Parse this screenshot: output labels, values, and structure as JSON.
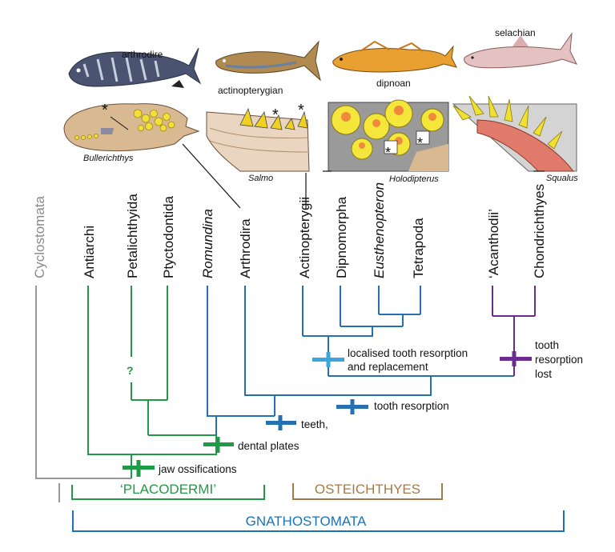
{
  "illustrations": {
    "arthrodire": {
      "label": "arthrodire",
      "specimen": "Bullerichthys"
    },
    "actinopterygian": {
      "label": "actinopterygian",
      "specimen": "Salmo"
    },
    "dipnoan": {
      "label": "dipnoan",
      "specimen": "Holodipterus"
    },
    "selachian": {
      "label": "selachian",
      "specimen": "Squalus"
    }
  },
  "taxa": {
    "cyclostomata": "Cyclostomata",
    "antiarchi": "Antiarchi",
    "petalichthyida": "Petalichthyida",
    "ptyctodontida": "Ptyctodontida",
    "romundina": "Romundina",
    "arthrodira": "Arthrodira",
    "actinopterygii": "Actinopterygii",
    "dipnomorpha": "Dipnomorpha",
    "eusthenopteron": "Eusthenopteron",
    "tetrapoda": "Tetrapoda",
    "acanthodii": "‘Acanthodii’",
    "chondrichthyes": "Chondrichthyes"
  },
  "characters": {
    "jaw": "jaw ossifications",
    "dental": "dental plates",
    "teeth": "teeth,",
    "resorption": "tooth  resorption",
    "localised_1": "localised tooth resorption",
    "localised_2": "and replacement",
    "lost_1": "tooth",
    "lost_2": "resorption",
    "lost_3": "lost",
    "uncertain": "?"
  },
  "groups": {
    "placodermi": "‘PLACODERMI’",
    "osteichthyes": "OSTEICHTHYES",
    "gnathostomata": "GNATHOSTOMATA"
  },
  "colors": {
    "cyclostome": "#999999",
    "placoderm": "#1f9a46",
    "osteichthyes_branch": "#2470b3",
    "localised_mark": "#3aa6dd",
    "chondrichthyes": "#6a2c8e",
    "osteichthyes_bracket": "#a57a4a",
    "gnathostomata_bracket": "#1a73b7"
  }
}
